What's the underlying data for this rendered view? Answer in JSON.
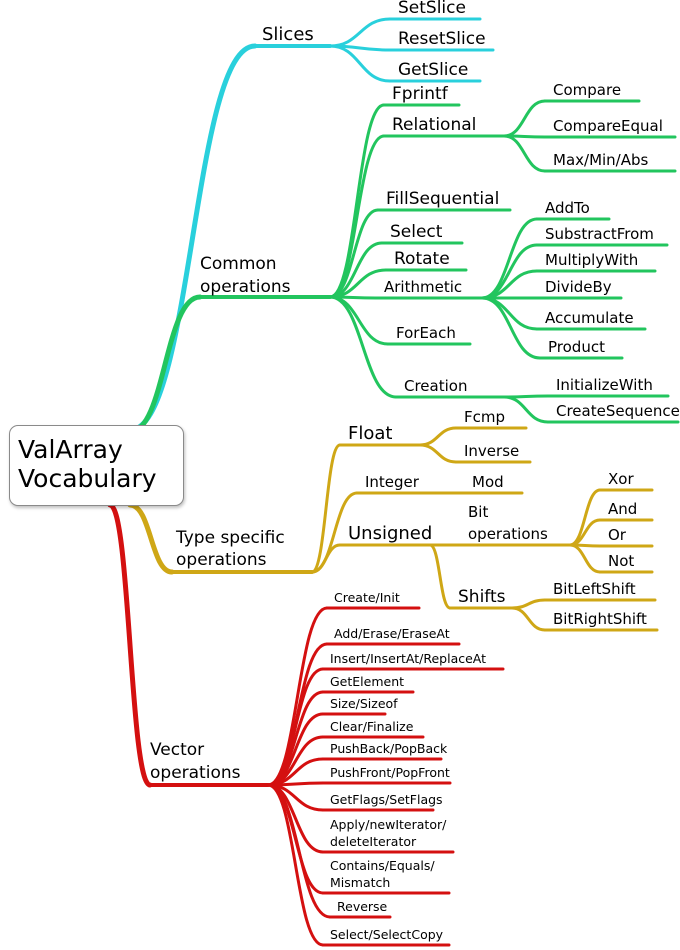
{
  "root": {
    "lines": [
      "ValArray",
      "Vocabulary"
    ]
  },
  "colors": {
    "slices": "#29d0dc",
    "common": "#22c55e",
    "type_specific": "#cfa716",
    "vector": "#d41010"
  },
  "branches": {
    "slices": {
      "label": "Slices",
      "children": [
        "SetSlice",
        "ResetSlice",
        "GetSlice"
      ]
    },
    "common": {
      "label_lines": [
        "Common",
        "operations"
      ],
      "fprintf": "Fprintf",
      "relational": {
        "label": "Relational",
        "children": [
          "Compare",
          "CompareEqual",
          "Max/Min/Abs"
        ]
      },
      "fill_sequential": "FillSequential",
      "select": "Select",
      "rotate": "Rotate",
      "arithmetic": {
        "label": "Arithmetic",
        "children": [
          "AddTo",
          "SubstractFrom",
          "MultiplyWith",
          "DivideBy",
          "Accumulate",
          "Product"
        ]
      },
      "for_each": "ForEach",
      "creation": {
        "label": "Creation",
        "children": [
          "InitializeWith",
          "CreateSequence"
        ]
      }
    },
    "type_specific": {
      "label_lines": [
        "Type specific",
        "operations"
      ],
      "float": {
        "label": "Float",
        "children": [
          "Fcmp",
          "Inverse"
        ]
      },
      "integer": {
        "label": "Integer",
        "children": [
          "Mod"
        ]
      },
      "unsigned": {
        "label": "Unsigned",
        "bit_operations": {
          "label_lines": [
            "Bit",
            "operations"
          ],
          "children": [
            "Xor",
            "And",
            "Or",
            "Not"
          ]
        },
        "shifts": {
          "label": "Shifts",
          "children": [
            "BitLeftShift",
            "BitRightShift"
          ]
        }
      }
    },
    "vector": {
      "label_lines": [
        "Vector",
        "operations"
      ],
      "items": [
        [
          "Create/Init"
        ],
        [
          "Add/Erase/EraseAt"
        ],
        [
          "Insert/InsertAt/ReplaceAt"
        ],
        [
          "GetElement"
        ],
        [
          "Size/Sizeof"
        ],
        [
          "Clear/Finalize"
        ],
        [
          "PushBack/PopBack"
        ],
        [
          "PushFront/PopFront"
        ],
        [
          "GetFlags/SetFlags"
        ],
        [
          "Apply/newIterator/",
          "deleteIterator"
        ],
        [
          "Contains/Equals/",
          "Mismatch"
        ],
        [
          "Reverse"
        ],
        [
          "Select/SelectCopy"
        ]
      ]
    }
  }
}
